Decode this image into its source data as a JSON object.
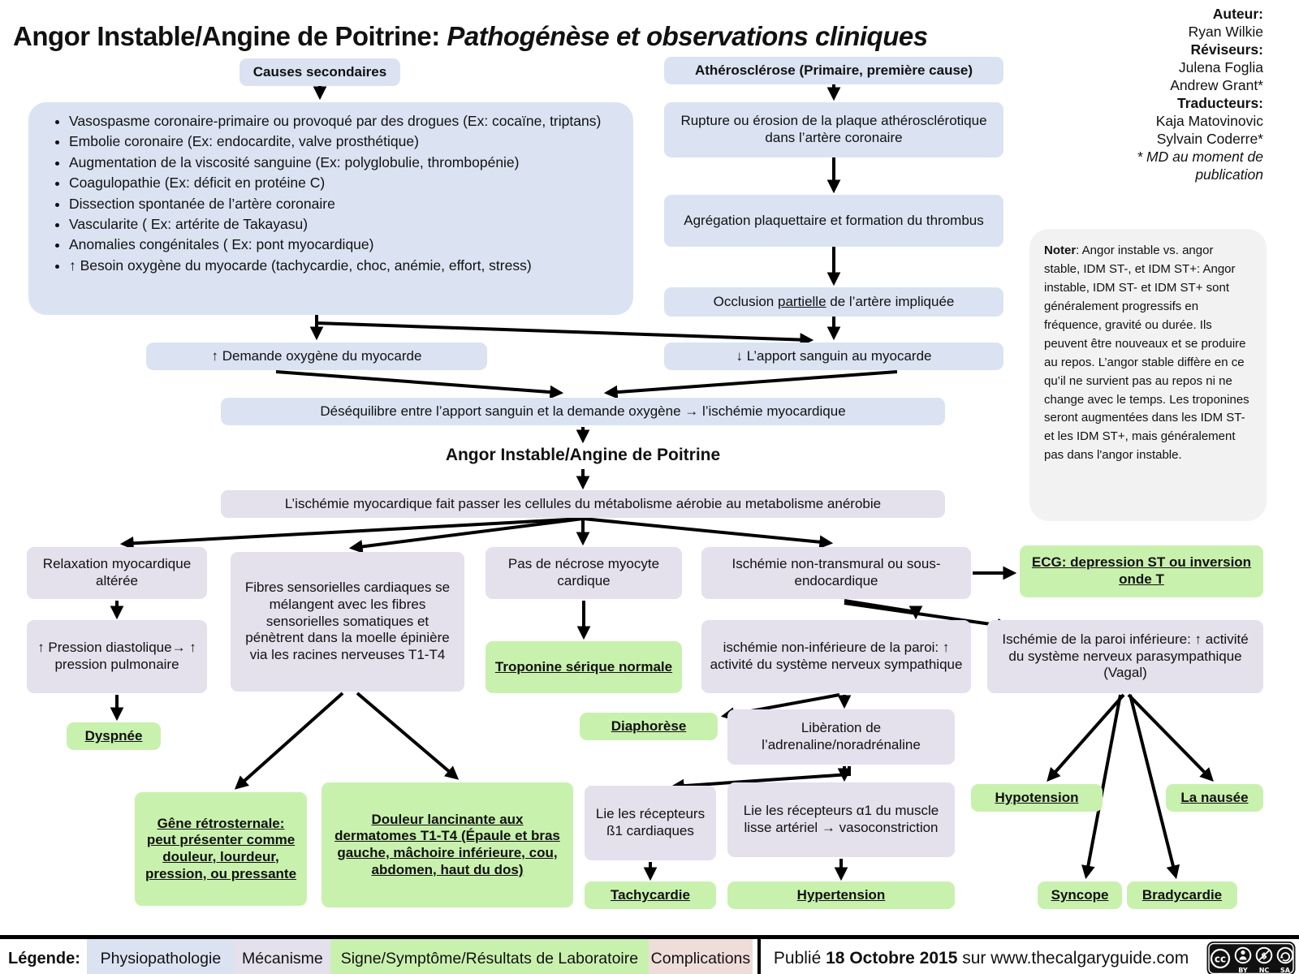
{
  "title": {
    "main": "Angor Instable/Angine de Poitrine: ",
    "italic": "Pathogénèse et observations cliniques"
  },
  "credits": {
    "auteur_label": "Auteur:",
    "auteur": "Ryan Wilkie",
    "reviseurs_label": "Réviseurs:",
    "reviseurs": [
      "Julena Foglia",
      "Andrew Grant*"
    ],
    "traducteurs_label": "Traducteurs:",
    "traducteurs": [
      "Kaja Matovinovic",
      "Sylvain Coderre*"
    ],
    "footnote": "* MD au moment de publication"
  },
  "note": {
    "label": "Noter",
    "body": ": Angor instable vs. angor stable, IDM ST-, et IDM ST+: Angor instable, IDM ST- et IDM ST+ sont généralement progressifs en fréquence, gravité ou durée. Ils peuvent être nouveaux et se produire au repos. L’angor stable diffère en ce qu’il ne survient pas au repos ni ne change avec le temps. Les troponines seront augmentées dans les IDM ST- et les IDM ST+, mais généralement pas dans l'angor instable."
  },
  "lists": {
    "secondary_causes": [
      "Vasospasme coronaire-primaire ou provoqué par des drogues (Ex: cocaïne, triptans)",
      "Embolie coronaire (Ex: endocardite, valve prosthétique)",
      "Augmentation de la viscosité sanguine (Ex: polyglobulie, thrombopénie)",
      "Coagulopathie (Ex: déficit en protéine C)",
      "Dissection spontanée de l’artère coronaire",
      "Vascularite ( Ex: artérite de Takayasu)",
      "Anomalies congénitales ( Ex: pont myocardique)",
      "↑ Besoin oxygène du myocarde (tachycardie, choc, anémie, effort, stress)"
    ]
  },
  "boxes": {
    "causes_secondaires": "Causes secondaires",
    "atherosclerose": "Athérosclérose (Primaire, première cause)",
    "rupture": "Rupture ou érosion de la plaque athérosclérotique dans l’artère coronaire",
    "agregation": "Agrégation plaquettaire et formation du thrombus",
    "occlusion_pre": "Occlusion ",
    "occlusion_underline": "partielle",
    "occlusion_post": " de l’artère impliquée",
    "demande": "↑ Demande oxygène du myocarde",
    "apport": "↓ L’apport sanguin au myocarde",
    "desequilibre": "Déséquilibre entre l’apport sanguin et la demande oxygène → l’ischémie myocardique",
    "angor_heading": "Angor Instable/Angine de Poitrine",
    "ischemie_metabolisme": "L’ischémie myocardique fait passer les cellules du métabolisme aérobie au metabolisme anérobie",
    "relaxation": "Relaxation myocardique altérée",
    "fibres": "Fibres sensorielles cardiaques se mélangent avec les fibres sensorielles somatiques et pénètrent dans la moelle épinière via les racines nerveuses T1-T4",
    "pas_necrose": "Pas de nécrose myocyte cardique",
    "ischemie_non_transmural": "Ischémie non-transmural ou sous-endocardique",
    "ecg": "ECG: depression ST ou inversion onde T",
    "pression": "↑ Pression diastolique→ ↑ pression pulmonaire",
    "dyspnee": "Dyspnée",
    "troponine": "Troponine sérique normale",
    "ischemie_non_inferieure": "ischémie non-inférieure de la paroi: ↑ activité du système nerveux sympathique",
    "ischemie_inferieure": "Ischémie de la paroi inférieure: ↑ activité du système nerveux parasympathique (Vagal)",
    "diaphorese": "Diaphorèse",
    "liberation": "Libèration de l’adrenaline/noradrénaline",
    "gene_retrosternale": "Gêne rétrosternale: peut présenter comme douleur, lourdeur, pression, ou pressante",
    "douleur": "Douleur lancinante aux dermatomes T1-T4 (Épaule et bras gauche, mâchoire inférieure, cou, abdomen,  haut du dos)",
    "lie_b1": "Lie les récepteurs ß1 cardiaques",
    "lie_a1": "Lie les récepteurs α1 du muscle lisse artériel → vasoconstriction",
    "tachycardie": "Tachycardie",
    "hypertension": "Hypertension",
    "hypotension": "Hypotension",
    "nausee": "La nausée",
    "syncope": "Syncope",
    "bradycardie": "Bradycardie"
  },
  "legend": {
    "label": "Légende:",
    "items": [
      {
        "label": "Physiopathologie",
        "color": "#dbe3f2"
      },
      {
        "label": "Mécanisme",
        "color": "#e4e0ec"
      },
      {
        "label": "Signe/Symptôme/Résultats de Laboratoire",
        "color": "#c9f1ae"
      },
      {
        "label": "Complications",
        "color": "#efddd9"
      }
    ],
    "published_pre": "Publié ",
    "published_date": "18 Octobre 2015",
    "published_post": " sur www.thecalgaryguide.com",
    "cc_labels": [
      "BY",
      "NC",
      "SA"
    ]
  },
  "palette": {
    "physiopathologie": "#dbe3f2",
    "mecanisme": "#e4e0ec",
    "signe_symptome": "#c9f1ae",
    "complications": "#efddd9",
    "note_background": "#f2f2f2",
    "arrow": "#000000"
  }
}
